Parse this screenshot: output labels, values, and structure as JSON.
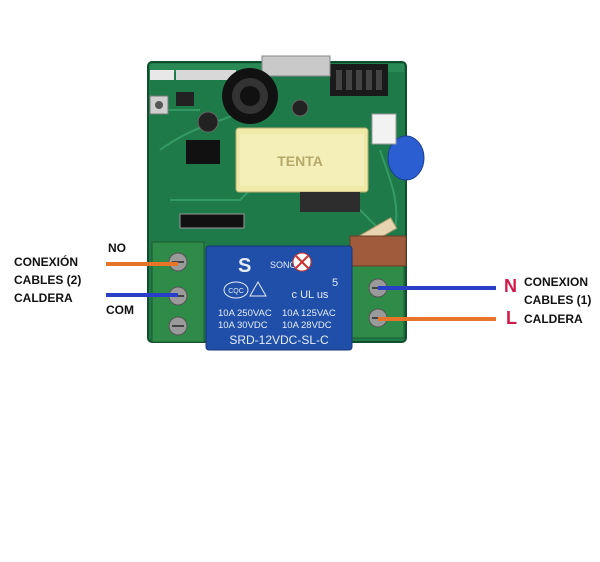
{
  "left_terminal": {
    "no_label": "NO",
    "com_label": "COM",
    "title_lines": [
      "CONEXIÓN",
      "CABLES (2)",
      "CALDERA"
    ]
  },
  "right_terminal": {
    "n_letter": "N",
    "l_letter": "L",
    "title_lines": [
      "CONEXION",
      "CABLES (1)",
      "CALDERA"
    ]
  },
  "relay": {
    "brand": "SONGLE",
    "rating_left": [
      "10A 250VAC",
      "10A 30VDC"
    ],
    "rating_right": [
      "10A 125VAC",
      "10A 28VDC"
    ],
    "model": "SRD-12VDC-SL-C",
    "cert_cqc": "CQC",
    "cert_ul": "c UL us",
    "ul_number": "5"
  },
  "transformer": {
    "brand": "TENTA"
  },
  "colors": {
    "wire_orange": "#e8742a",
    "wire_blue": "#2a3fc8",
    "letter_n": "#d11a4a",
    "letter_l": "#d11a4a",
    "pcb_green": "#1f7a4a",
    "relay_blue": "#1f4fa8"
  }
}
